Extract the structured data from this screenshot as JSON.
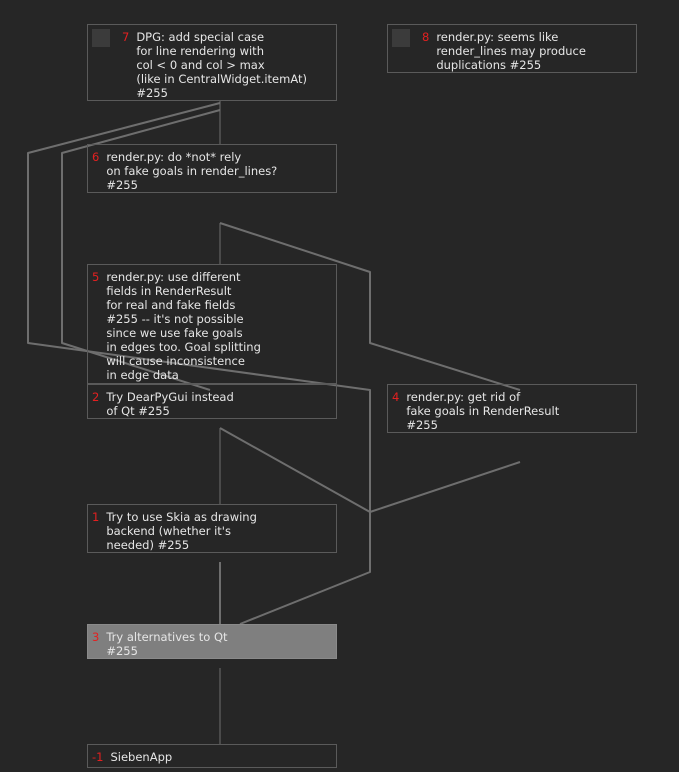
{
  "goals": [
    {
      "key": "g7",
      "id": "7",
      "checkbox": true,
      "text": "DPG: add special case\nfor line rendering with\ncol < 0 and col > max\n(like in CentralWidget.itemAt)\n#255"
    },
    {
      "key": "g8",
      "id": "8",
      "checkbox": true,
      "text": "render.py: seems like\nrender_lines may produce\nduplications #255"
    },
    {
      "key": "g6",
      "id": "6",
      "checkbox": false,
      "text": "render.py: do *not* rely\non fake goals in render_lines?\n#255"
    },
    {
      "key": "g5",
      "id": "5",
      "checkbox": false,
      "text": "render.py: use different\nfields in RenderResult\nfor real and fake fields\n#255 -- it's not possible\nsince we use fake goals\nin edges too. Goal splitting\nwill cause inconsistence\nin edge data"
    },
    {
      "key": "g2",
      "id": "2",
      "checkbox": false,
      "text": "Try DearPyGui instead\nof Qt #255"
    },
    {
      "key": "g4",
      "id": "4",
      "checkbox": false,
      "text": "render.py: get rid of\nfake goals in RenderResult\n#255"
    },
    {
      "key": "g1",
      "id": "1",
      "checkbox": false,
      "text": "Try to use Skia as drawing\nbackend (whether it's\nneeded) #255"
    },
    {
      "key": "g3",
      "id": "3",
      "checkbox": false,
      "selected": true,
      "text": "Try alternatives to Qt\n#255"
    },
    {
      "key": "groot",
      "id": "-1",
      "checkbox": false,
      "text": "SiebenApp"
    }
  ],
  "colors": {
    "background": "#262626",
    "border": "#5a5a5a",
    "edge": "#6e6e6e",
    "selected": "#7f7f7f",
    "goal_number": "#e32020",
    "text": "#e6e6e6"
  }
}
